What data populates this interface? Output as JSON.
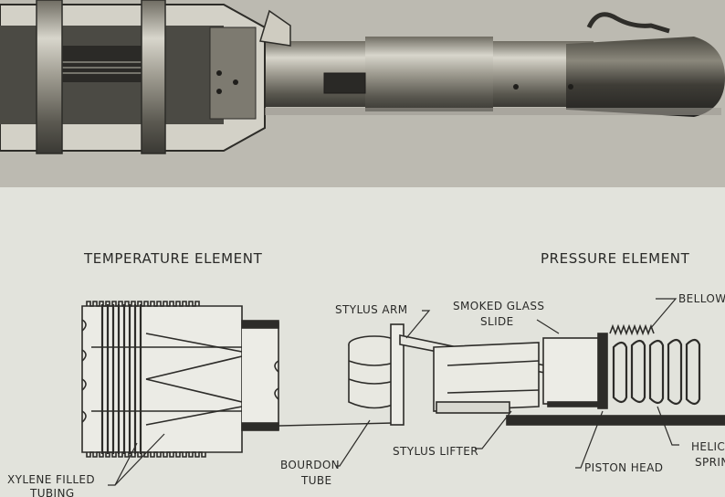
{
  "headings": {
    "temperature": "TEMPERATURE  ELEMENT",
    "pressure": "PRESSURE  ELEMENT"
  },
  "labels": {
    "stylus_arm": "STYLUS ARM",
    "smoked_glass_1": "SMOKED GLASS",
    "smoked_glass_2": "SLIDE",
    "bellows": "BELLOWS",
    "bourdon_1": "BOURDON",
    "bourdon_2": "TUBE",
    "stylus_lifter": "STYLUS LIFTER",
    "piston_head": "PISTON HEAD",
    "helical_1": "HELICAL",
    "helical_2": "SPRING",
    "xylene_1": "XYLENE FILLED",
    "xylene_2": "TUBING"
  }
}
